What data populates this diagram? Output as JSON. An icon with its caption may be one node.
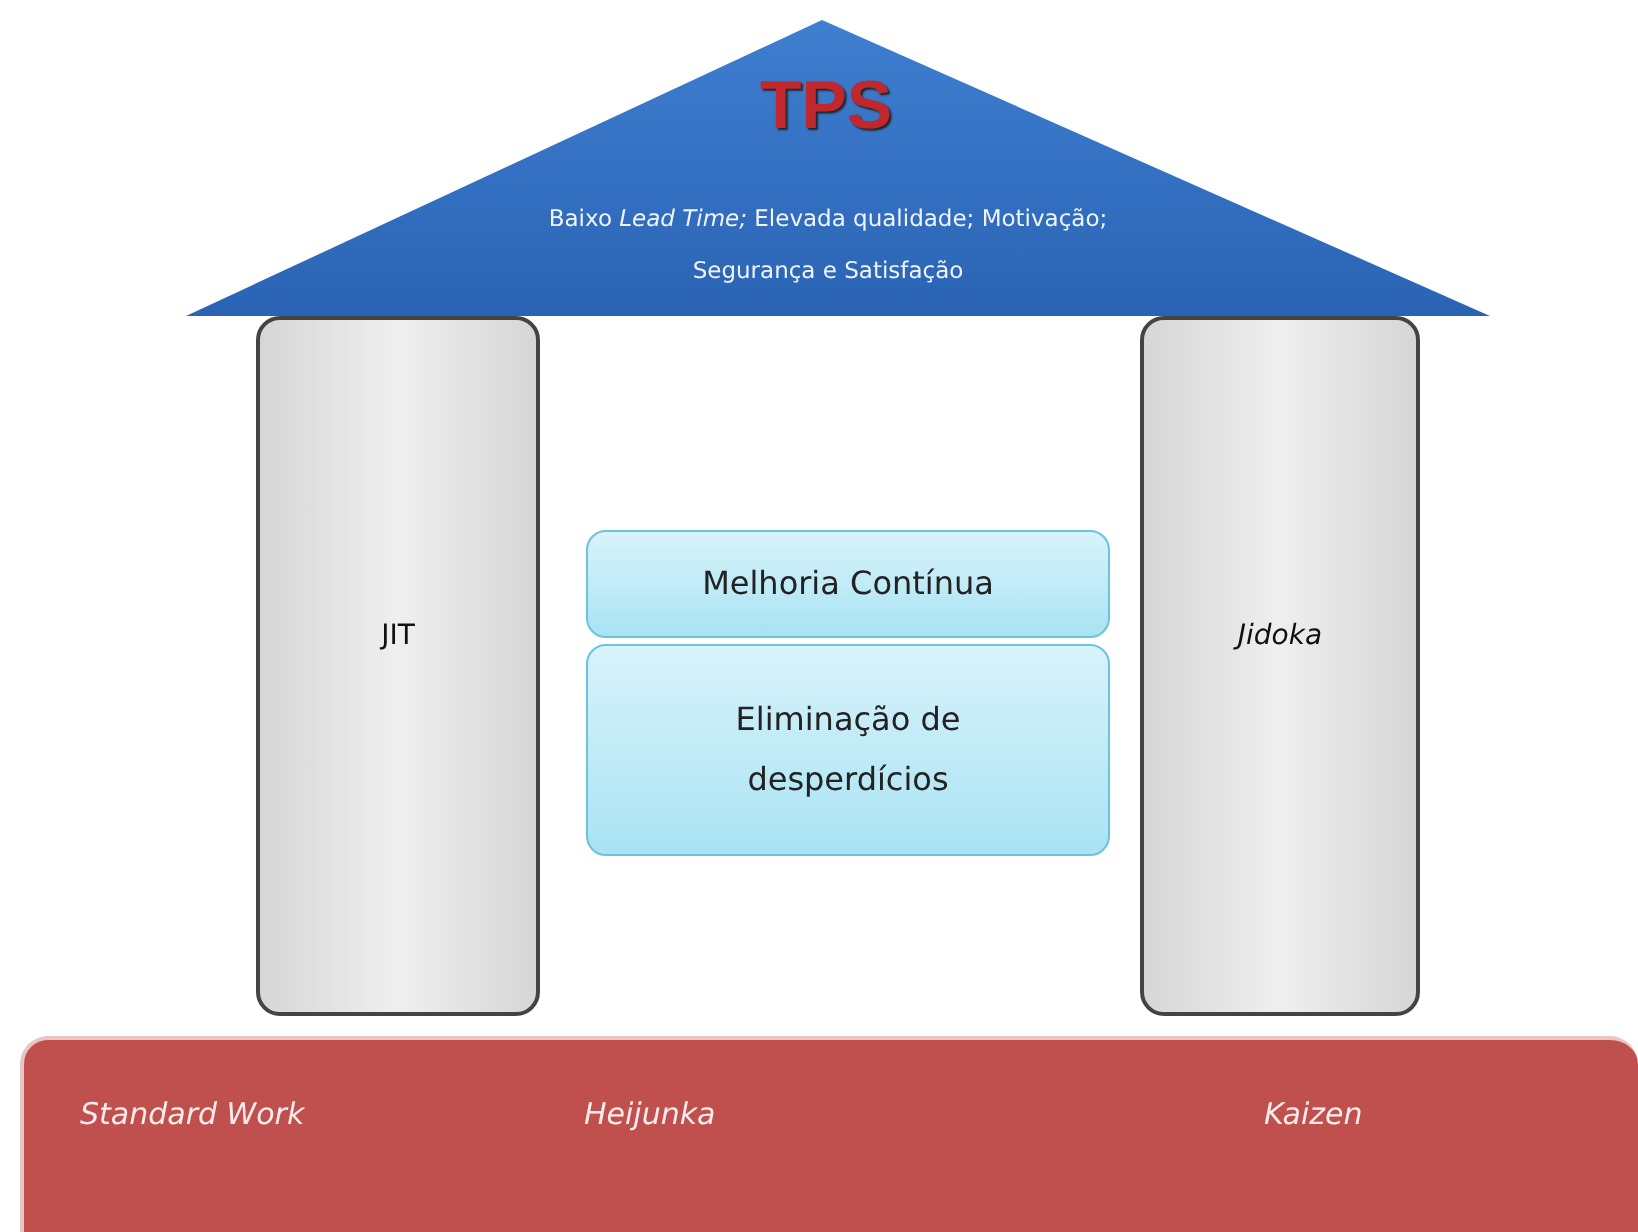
{
  "diagram": {
    "nodes": [
      {
        "text": [
          "TPS",
          "Baixo *Lead Time;* Elevada qualidade; Motivação; Segurança e Satisfação"
        ]
      },
      {
        "text": [
          "JIT"
        ]
      },
      {
        "text": [
          "Melhoria Contínua"
        ]
      },
      {
        "text": [
          "Eliminação de desperdícios"
        ]
      },
      {
        "text": [
          "Jidoka"
        ]
      },
      {
        "text": [
          "Standard Work",
          "Heijunka",
          "Kaizen"
        ]
      }
    ],
    "edges": []
  }
}
